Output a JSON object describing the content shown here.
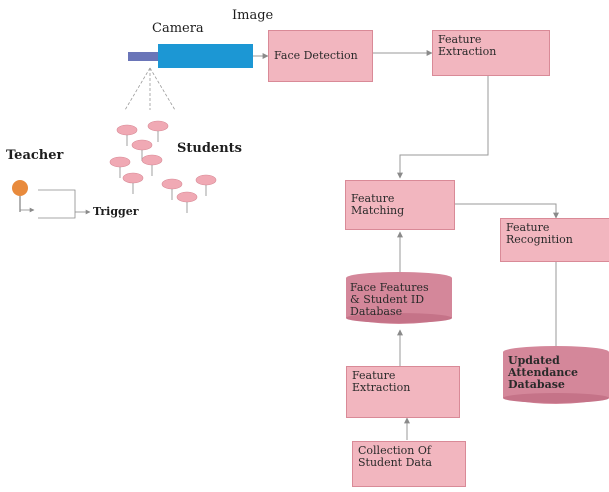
{
  "labels": {
    "camera": "Camera",
    "image": "Image",
    "students": "Students",
    "teacher": "Teacher",
    "trigger": "Trigger"
  },
  "boxes": {
    "face_detection": "Face Detection",
    "feature_extraction_top": "Feature\nExtraction",
    "feature_matching": "Feature Matching",
    "feature_recognition": "Feature\nRecognition",
    "feature_extraction_bottom": "Feature\nExtraction",
    "collection_student_data": "Collection Of\nStudent Data"
  },
  "databases": {
    "face_features_db": "Face Features\n& Student ID\nDatabase",
    "updated_attendance_db": "Updated\nAttendance\nDatabase"
  },
  "colors": {
    "box_fill": "#f2b6bf",
    "box_border": "#d98a97",
    "db_fill": "#d4879a",
    "camera_body": "#1c97d4",
    "camera_lens": "#6a75b8",
    "student_head": "#f0a9b4",
    "teacher_head": "#e88a3c",
    "arrow": "#9a9a9a"
  },
  "icons": [
    "camera-icon",
    "student-icon",
    "teacher-icon"
  ]
}
